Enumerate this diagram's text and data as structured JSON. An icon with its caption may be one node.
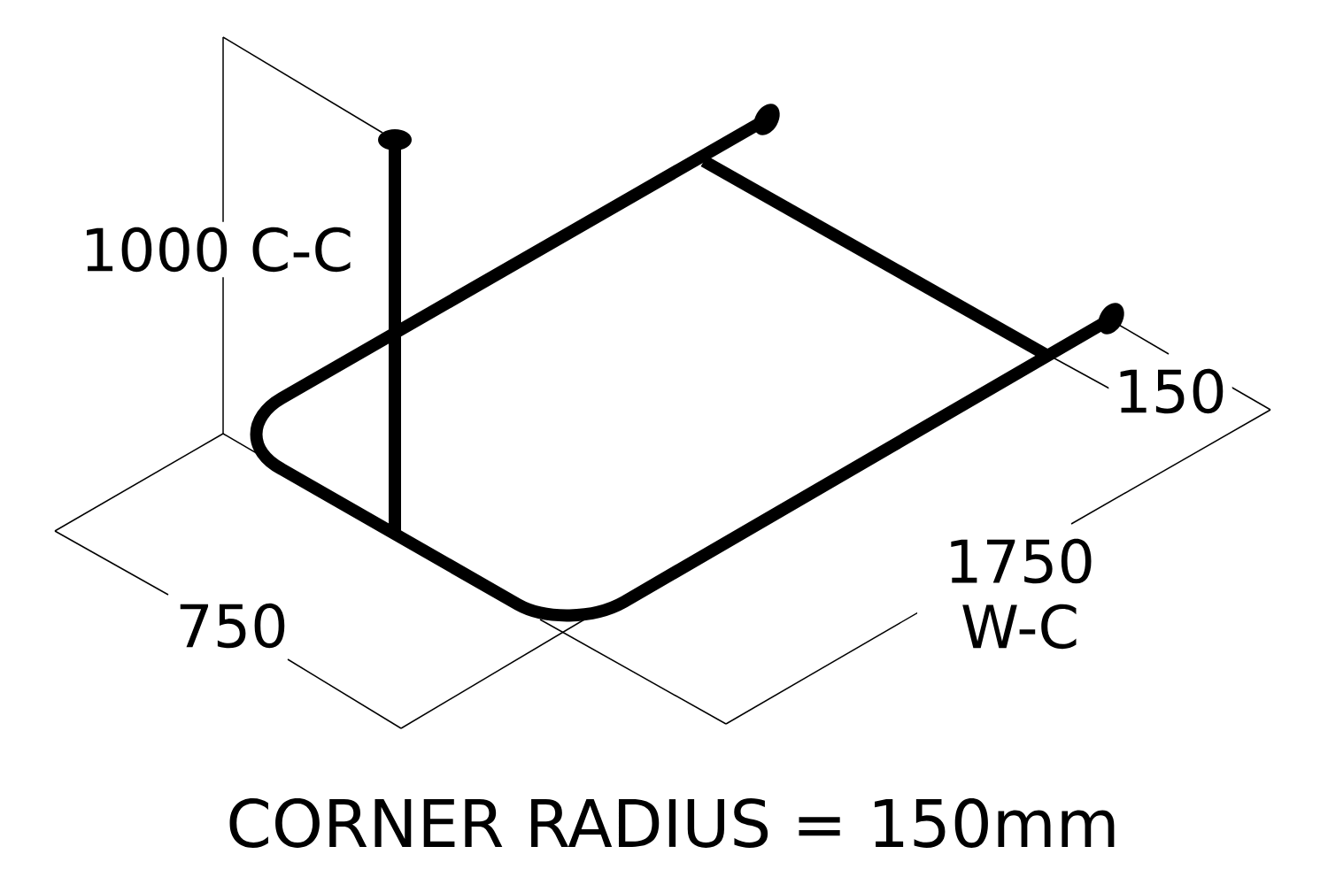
{
  "diagram": {
    "caption": "CORNER RADIUS = 150mm",
    "labels": [
      "1000 C-C",
      "150",
      "1750 W-C",
      "750"
    ]
  }
}
